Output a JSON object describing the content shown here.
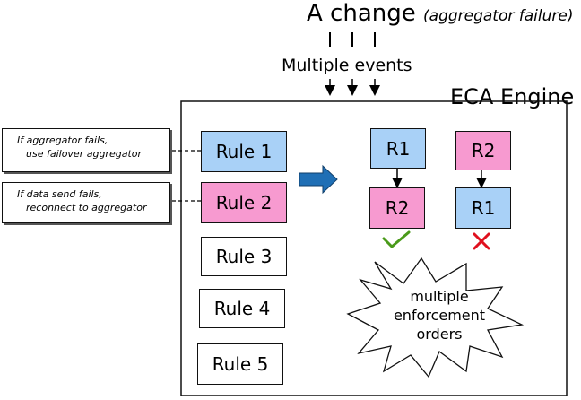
{
  "header": {
    "title": "A change",
    "subtitle": "(aggregator failure)",
    "events_label": "Multiple events"
  },
  "engine": {
    "label": "ECA Engine",
    "rules": [
      "Rule 1",
      "Rule 2",
      "Rule 3",
      "Rule 4",
      "Rule 5"
    ]
  },
  "conditions": [
    {
      "line1": "If aggregator fails,",
      "line2": "use failover aggregator"
    },
    {
      "line1": "If data send fails,",
      "line2": "reconnect to aggregator"
    }
  ],
  "orders": {
    "valid": {
      "first": "R1",
      "second": "R2",
      "status": "check-icon"
    },
    "invalid": {
      "first": "R2",
      "second": "R1",
      "status": "cross-icon"
    }
  },
  "callout": {
    "lines": [
      "multiple",
      "enforcement",
      "orders"
    ]
  },
  "colors": {
    "rule_1": "#a9d1f7",
    "rule_2": "#f79ad0",
    "check": "#4a9a1a",
    "cross": "#e0101e",
    "arrow": "#1f6fb5"
  }
}
